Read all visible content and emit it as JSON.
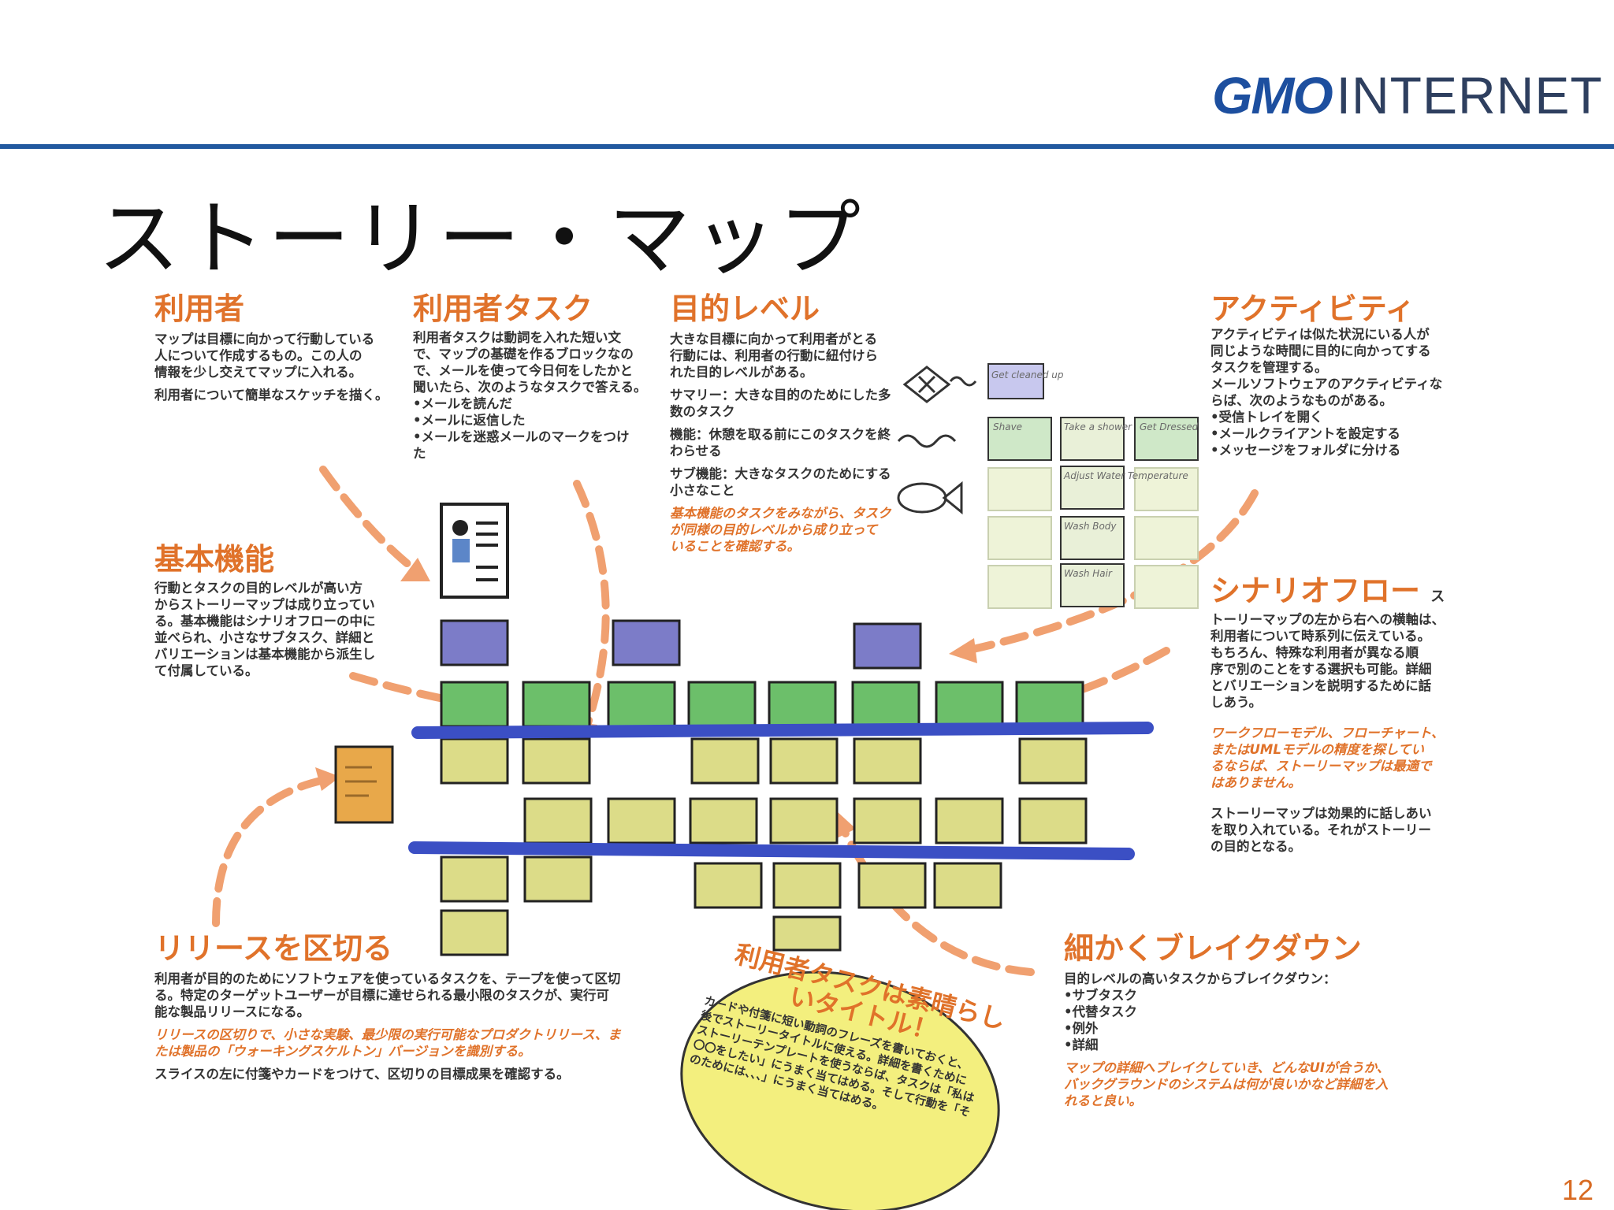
{
  "brand": {
    "bold": "GMO",
    "thin": "INTERNET"
  },
  "title": "ストーリー・マップ",
  "page_number": "12",
  "sections": {
    "user": {
      "heading": "利用者",
      "lines": [
        "マップは目標に向かって行動している",
        "人について作成するもの。この人の",
        "情報を少し交えてマップに入れる。"
      ],
      "lines2": [
        "利用者について簡単なスケッチを描く。"
      ]
    },
    "user_task": {
      "heading": "利用者タスク",
      "lines": [
        "利用者タスクは動詞を入れた短い文",
        "で、マップの基礎を作るブロックなの",
        "で、メールを使って今日何をしたかと",
        "聞いたら、次のようなタスクで答える。",
        "•メールを読んだ",
        "•メールに返信した",
        "•メールを迷惑メールのマークをつけ",
        "た"
      ]
    },
    "goal_level": {
      "heading": "目的レベル",
      "lines": [
        "大きな目標に向かって利用者がとる",
        "行動には、利用者の行動に紐付けら",
        "れた目的レベルがある。"
      ],
      "summary": [
        "サマリー：大きな目的のためにした多",
        "数のタスク"
      ],
      "function": [
        "機能：休憩を取る前にこのタスクを終",
        "わらせる"
      ],
      "subfunction": [
        "サブ機能：大きなタスクのためにする",
        "小さなこと"
      ],
      "note": [
        "基本機能のタスクをみながら、タスク",
        "が同様の目的レベルから成り立って",
        "いることを確認する。"
      ]
    },
    "activity": {
      "heading": "アクティビティ",
      "lines": [
        "アクティビティは似た状況にいる人が",
        "同じような時間に目的に向かってする",
        "タスクを管理する。",
        "メールソフトウェアのアクティビティな",
        "らば、次のようなものがある。",
        "•受信トレイを開く",
        "•メールクライアントを設定する",
        "•メッセージをフォルダに分ける"
      ]
    },
    "basic": {
      "heading": "基本機能",
      "lines": [
        "行動とタスクの目的レベルが高い方",
        "からストーリーマップは成り立ってい",
        "る。基本機能はシナリオフローの中に",
        "並べられ、小さなサブタスク、詳細と",
        "バリエーションは基本機能から派生し",
        "て付属している。"
      ]
    },
    "scenario": {
      "heading": "シナリオフロー",
      "heading_tail": "ス",
      "lines": [
        "トーリーマップの左から右への横軸は、",
        "利用者について時系列に伝えている。",
        "もちろん、特殊な利用者が異なる順",
        "序で別のことをする選択も可能。詳細",
        "とバリエーションを説明するために話",
        "しあう。"
      ],
      "note": [
        "ワークフローモデル、フローチャート、",
        "またはUMLモデルの精度を探してい",
        "るならば、ストーリーマップは最適で",
        "はありません。"
      ],
      "lines2": [
        "ストーリーマップは効果的に話しあい",
        "を取り入れている。それがストーリー",
        "の目的となる。"
      ]
    },
    "release": {
      "heading": "リリースを区切る",
      "lines": [
        "利用者が目的のためにソフトウェアを使っているタスクを、テープを使って区切",
        "る。特定のターゲットユーザーが目標に達せられる最小限のタスクが、実行可",
        "能な製品リリースになる。"
      ],
      "note": [
        "リリースの区切りで、小さな実験、最少限の実行可能なプロダクトリリース、ま",
        "たは製品の「ウォーキングスケルトン」バージョンを識別する。"
      ],
      "lines2": [
        "スライスの左に付箋やカードをつけて、区切りの目標成果を確認する。"
      ]
    },
    "breakdown": {
      "heading": "細かくブレイクダウン",
      "lines": [
        "目的レベルの高いタスクからブレイクダウン：",
        "•サブタスク",
        "•代替タスク",
        "•例外",
        "•詳細"
      ],
      "note": [
        "マップの詳細へブレイクしていき、どんなUIが合うか、",
        "バックグラウンドのシステムは何が良いかなど詳細を入",
        "れると良い。"
      ]
    },
    "bubble": {
      "heading_1": "利用者タスクは素晴らし",
      "heading_2": "いタイトル！",
      "lines": [
        "カードや付箋に短い動詞のフレーズを書いておくと、",
        "後でストーリータイトルに使える。詳細を書くために",
        "ストーリーテンプレートを使うならば、タスクは「私は",
        "〇〇をしたい」にうまく当てはめる。そして行動を「そ",
        "のためには、、、」にうまく当てはめる。"
      ]
    }
  },
  "sketch": {
    "card_labels": [
      "Get cleaned up",
      "Shave",
      "Take a shower",
      "Get Dressed",
      "Adjust Water Temperature",
      "Wash Body",
      "Wash Hair"
    ],
    "colors": {
      "accent": "#e0722a",
      "blue_line": "#3b4fc4",
      "green": "#6cbf6a",
      "yellow": "#dcdc88",
      "purple": "#7c7cc8",
      "pale": "#eef3d8",
      "brand": "#1d4f9f"
    }
  }
}
